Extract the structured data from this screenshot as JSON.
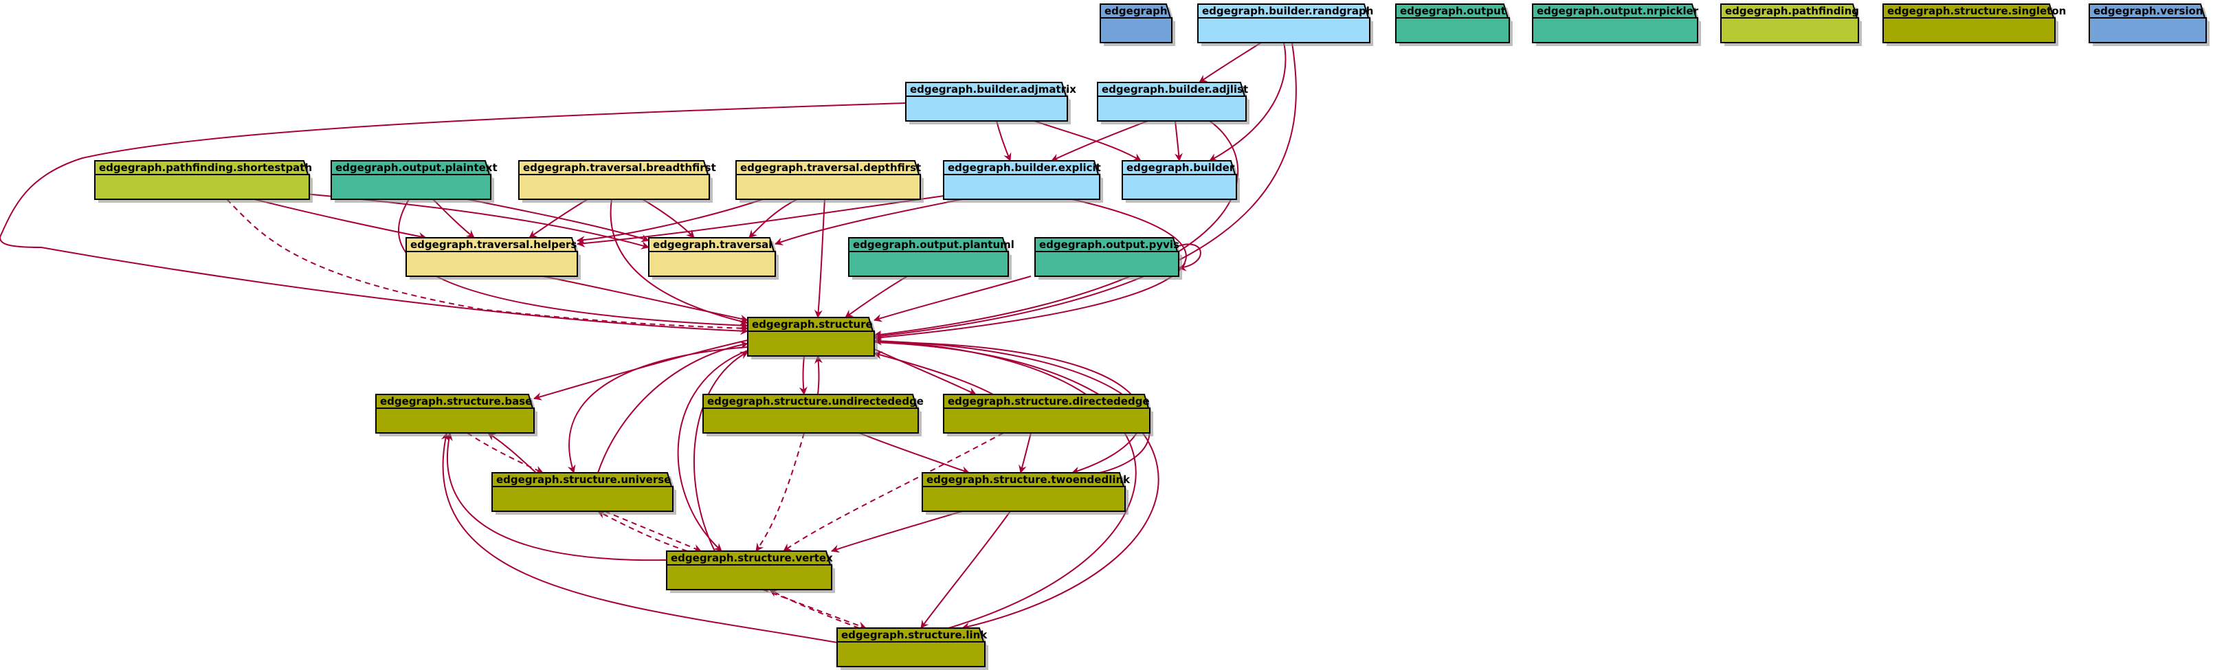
{
  "colors": {
    "edge": "#A80036",
    "root": "#73A2D8",
    "builder": "#9DDCFB",
    "output": "#46BA98",
    "pathfinding": "#B8C934",
    "traversal": "#F2DF8A",
    "structure": "#A5A800",
    "version": "#73A2D8"
  },
  "packages": [
    {
      "id": "edgegraph",
      "label": "edgegraph",
      "group": "root"
    },
    {
      "id": "builder_randgraph",
      "label": "edgegraph.builder.randgraph",
      "group": "builder"
    },
    {
      "id": "output",
      "label": "edgegraph.output",
      "group": "output"
    },
    {
      "id": "output_nrpickler",
      "label": "edgegraph.output.nrpickler",
      "group": "output"
    },
    {
      "id": "pathfinding",
      "label": "edgegraph.pathfinding",
      "group": "pathfinding"
    },
    {
      "id": "structure_singleton",
      "label": "edgegraph.structure.singleton",
      "group": "structure"
    },
    {
      "id": "version",
      "label": "edgegraph.version",
      "group": "version"
    },
    {
      "id": "builder_adjmatrix",
      "label": "edgegraph.builder.adjmatrix",
      "group": "builder"
    },
    {
      "id": "builder_adjlist",
      "label": "edgegraph.builder.adjlist",
      "group": "builder"
    },
    {
      "id": "pathfinding_shortestpath",
      "label": "edgegraph.pathfinding.shortestpath",
      "group": "pathfinding"
    },
    {
      "id": "output_plaintext",
      "label": "edgegraph.output.plaintext",
      "group": "output"
    },
    {
      "id": "traversal_breadthfirst",
      "label": "edgegraph.traversal.breadthfirst",
      "group": "traversal"
    },
    {
      "id": "traversal_depthfirst",
      "label": "edgegraph.traversal.depthfirst",
      "group": "traversal"
    },
    {
      "id": "builder_explicit",
      "label": "edgegraph.builder.explicit",
      "group": "builder"
    },
    {
      "id": "builder",
      "label": "edgegraph.builder",
      "group": "builder"
    },
    {
      "id": "traversal_helpers",
      "label": "edgegraph.traversal.helpers",
      "group": "traversal"
    },
    {
      "id": "traversal",
      "label": "edgegraph.traversal",
      "group": "traversal"
    },
    {
      "id": "output_plantuml",
      "label": "edgegraph.output.plantuml",
      "group": "output"
    },
    {
      "id": "output_pyvis",
      "label": "edgegraph.output.pyvis",
      "group": "output"
    },
    {
      "id": "structure",
      "label": "edgegraph.structure",
      "group": "structure"
    },
    {
      "id": "structure_base",
      "label": "edgegraph.structure.base",
      "group": "structure"
    },
    {
      "id": "structure_undirectededge",
      "label": "edgegraph.structure.undirectededge",
      "group": "structure"
    },
    {
      "id": "structure_directededge",
      "label": "edgegraph.structure.directededge",
      "group": "structure"
    },
    {
      "id": "structure_universe",
      "label": "edgegraph.structure.universe",
      "group": "structure"
    },
    {
      "id": "structure_twoendedlink",
      "label": "edgegraph.structure.twoendedlink",
      "group": "structure"
    },
    {
      "id": "structure_vertex",
      "label": "edgegraph.structure.vertex",
      "group": "structure"
    },
    {
      "id": "structure_link",
      "label": "edgegraph.structure.link",
      "group": "structure"
    }
  ],
  "dependencies": [
    {
      "from": "builder_randgraph",
      "to": "builder_adjlist",
      "style": "solid"
    },
    {
      "from": "builder_randgraph",
      "to": "builder",
      "style": "solid"
    },
    {
      "from": "builder_randgraph",
      "to": "structure",
      "style": "solid"
    },
    {
      "from": "builder_adjmatrix",
      "to": "builder_explicit",
      "style": "solid"
    },
    {
      "from": "builder_adjmatrix",
      "to": "builder",
      "style": "solid"
    },
    {
      "from": "builder_adjmatrix",
      "to": "structure",
      "style": "solid"
    },
    {
      "from": "builder_adjlist",
      "to": "builder_explicit",
      "style": "solid"
    },
    {
      "from": "builder_adjlist",
      "to": "builder",
      "style": "solid"
    },
    {
      "from": "builder_adjlist",
      "to": "structure",
      "style": "solid"
    },
    {
      "from": "builder_explicit",
      "to": "traversal_helpers",
      "style": "solid"
    },
    {
      "from": "builder_explicit",
      "to": "traversal",
      "style": "solid"
    },
    {
      "from": "builder_explicit",
      "to": "structure",
      "style": "solid"
    },
    {
      "from": "pathfinding_shortestpath",
      "to": "traversal_helpers",
      "style": "solid"
    },
    {
      "from": "pathfinding_shortestpath",
      "to": "traversal",
      "style": "solid"
    },
    {
      "from": "pathfinding_shortestpath",
      "to": "structure",
      "style": "dashed"
    },
    {
      "from": "output_plaintext",
      "to": "traversal_helpers",
      "style": "solid"
    },
    {
      "from": "output_plaintext",
      "to": "traversal",
      "style": "solid"
    },
    {
      "from": "output_plaintext",
      "to": "structure",
      "style": "solid"
    },
    {
      "from": "traversal_breadthfirst",
      "to": "traversal_helpers",
      "style": "solid"
    },
    {
      "from": "traversal_breadthfirst",
      "to": "traversal",
      "style": "solid"
    },
    {
      "from": "traversal_breadthfirst",
      "to": "structure",
      "style": "solid"
    },
    {
      "from": "traversal_depthfirst",
      "to": "traversal_helpers",
      "style": "solid"
    },
    {
      "from": "traversal_depthfirst",
      "to": "traversal",
      "style": "solid"
    },
    {
      "from": "traversal_depthfirst",
      "to": "structure",
      "style": "solid"
    },
    {
      "from": "traversal_helpers",
      "to": "structure",
      "style": "solid"
    },
    {
      "from": "output_plantuml",
      "to": "structure",
      "style": "solid"
    },
    {
      "from": "output_pyvis",
      "to": "structure",
      "style": "solid"
    },
    {
      "from": "output_pyvis",
      "to": "output_pyvis",
      "style": "solid"
    },
    {
      "from": "structure",
      "to": "structure_base",
      "style": "solid"
    },
    {
      "from": "structure",
      "to": "structure_universe",
      "style": "solid"
    },
    {
      "from": "structure",
      "to": "structure_undirectededge",
      "style": "solid"
    },
    {
      "from": "structure",
      "to": "structure_directededge",
      "style": "solid"
    },
    {
      "from": "structure",
      "to": "structure_twoendedlink",
      "style": "solid"
    },
    {
      "from": "structure",
      "to": "structure_vertex",
      "style": "solid"
    },
    {
      "from": "structure",
      "to": "structure_link",
      "style": "solid"
    },
    {
      "from": "structure_universe",
      "to": "structure",
      "style": "solid"
    },
    {
      "from": "structure_undirectededge",
      "to": "structure",
      "style": "solid"
    },
    {
      "from": "structure_directededge",
      "to": "structure",
      "style": "solid"
    },
    {
      "from": "structure_twoendedlink",
      "to": "structure",
      "style": "solid"
    },
    {
      "from": "structure_vertex",
      "to": "structure",
      "style": "solid"
    },
    {
      "from": "structure_link",
      "to": "structure",
      "style": "solid"
    },
    {
      "from": "structure_universe",
      "to": "structure_base",
      "style": "solid"
    },
    {
      "from": "structure_base",
      "to": "structure_universe",
      "style": "dashed"
    },
    {
      "from": "structure_vertex",
      "to": "structure_base",
      "style": "solid"
    },
    {
      "from": "structure_link",
      "to": "structure_base",
      "style": "solid"
    },
    {
      "from": "structure_undirectededge",
      "to": "structure_twoendedlink",
      "style": "solid"
    },
    {
      "from": "structure_undirectededge",
      "to": "structure_vertex",
      "style": "dashed"
    },
    {
      "from": "structure_directededge",
      "to": "structure_twoendedlink",
      "style": "solid"
    },
    {
      "from": "structure_directededge",
      "to": "structure_vertex",
      "style": "dashed"
    },
    {
      "from": "structure_twoendedlink",
      "to": "structure_link",
      "style": "solid"
    },
    {
      "from": "structure_twoendedlink",
      "to": "structure_vertex",
      "style": "solid"
    },
    {
      "from": "structure_universe",
      "to": "structure_vertex",
      "style": "dashed"
    },
    {
      "from": "structure_vertex",
      "to": "structure_universe",
      "style": "dashed"
    },
    {
      "from": "structure_vertex",
      "to": "structure_link",
      "style": "dashed"
    },
    {
      "from": "structure_link",
      "to": "structure_vertex",
      "style": "dashed"
    }
  ]
}
